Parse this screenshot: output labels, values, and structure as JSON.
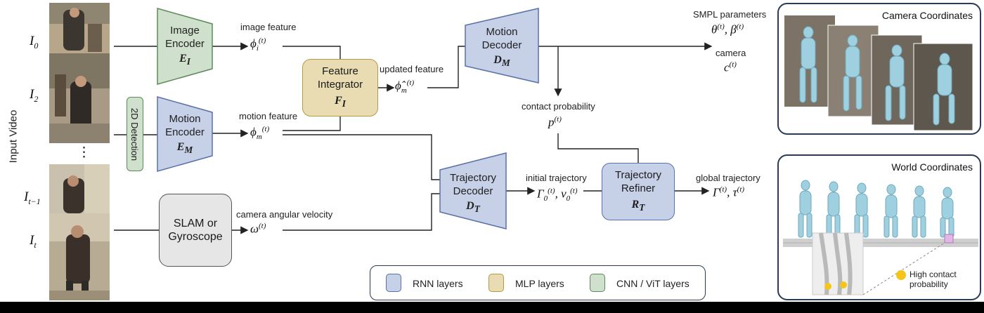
{
  "side_label": "Input Video",
  "frames": [
    {
      "base": "I",
      "sub": "0",
      "extra": ""
    },
    {
      "base": "I",
      "sub": "2",
      "extra": ""
    },
    {
      "base": "",
      "sub": "",
      "extra": "⋮"
    },
    {
      "base": "I",
      "sub": "t−1",
      "extra": ""
    },
    {
      "base": "I",
      "sub": "t",
      "extra": ""
    }
  ],
  "detection_label": "2D Detection",
  "modules": {
    "image_encoder": {
      "line1": "Image",
      "line2": "Encoder",
      "symbol": "E",
      "symbol_sub": "I"
    },
    "motion_encoder": {
      "line1": "Motion",
      "line2": "Encoder",
      "symbol": "E",
      "symbol_sub": "M"
    },
    "slam": {
      "line1": "SLAM or",
      "line2": "Gyroscope"
    },
    "feature_integrator": {
      "line1": "Feature",
      "line2": "Integrator",
      "symbol": "F",
      "symbol_sub": "I"
    },
    "motion_decoder": {
      "line1": "Motion",
      "line2": "Decoder",
      "symbol": "D",
      "symbol_sub": "M"
    },
    "trajectory_decoder": {
      "line1": "Trajectory",
      "line2": "Decoder",
      "symbol": "D",
      "symbol_sub": "T"
    },
    "trajectory_refiner": {
      "line1": "Trajectory",
      "line2": "Refiner",
      "symbol": "R",
      "symbol_sub": "T"
    }
  },
  "labels": {
    "image_feature": "image feature",
    "motion_feature": "motion feature",
    "updated_feature": "updated feature",
    "camera_angular_velocity": "camera angular velocity",
    "contact_probability": "contact probability",
    "initial_trajectory": "initial trajectory",
    "global_trajectory": "global trajectory",
    "smpl_parameters": "SMPL parameters",
    "camera": "camera"
  },
  "math": {
    "phi_i": {
      "base": "ϕ",
      "sub": "i",
      "sup": "(t)"
    },
    "phi_m": {
      "base": "ϕ",
      "sub": "m",
      "sup": "(t)"
    },
    "phi_hat_m": {
      "base": "ϕ̂",
      "sub": "m",
      "sup": "(t)"
    },
    "omega": {
      "base": "ω",
      "sup": "(t)"
    },
    "p": {
      "base": "p",
      "sup": "(t)"
    },
    "initial_traj": {
      "text1": "Γ",
      "sub1": "0",
      "sup1": "(t)",
      "sep": ", ",
      "text2": "v",
      "sub2": "0",
      "sup2": "(t)"
    },
    "global_traj": {
      "text1": "Γ",
      "sup1": "(t)",
      "sep": ", ",
      "text2": "τ",
      "sup2": "(t)"
    },
    "smpl": {
      "text1": "θ",
      "sup1": "(t)",
      "sep": ", ",
      "text2": "β",
      "sup2": "(t)"
    },
    "camera_c": {
      "base": "c",
      "sup": "(t)"
    }
  },
  "panels": {
    "camera_coordinates": "Camera Coordinates",
    "world_coordinates": "World Coordinates",
    "high_contact": "High contact probability"
  },
  "legend": [
    {
      "label": "RNN layers",
      "color": "#c6d0e6",
      "border": "#5a72a8"
    },
    {
      "label": "MLP layers",
      "color": "#e9dcb3",
      "border": "#b59a45"
    },
    {
      "label": "CNN / ViT layers",
      "color": "#cfe0cc",
      "border": "#5e8a5a"
    }
  ],
  "colors": {
    "rnn_fill": "#c6d0e6",
    "rnn_border": "#5a72a8",
    "mlp_fill": "#e9dcb3",
    "mlp_border": "#b59a45",
    "cnn_fill": "#cfe0cc",
    "cnn_border": "#5e8a5a",
    "slam_fill": "#e6e6e6",
    "slam_border": "#555555",
    "body_mesh": "#9fd0e0",
    "contact_dot": "#f5c518"
  }
}
